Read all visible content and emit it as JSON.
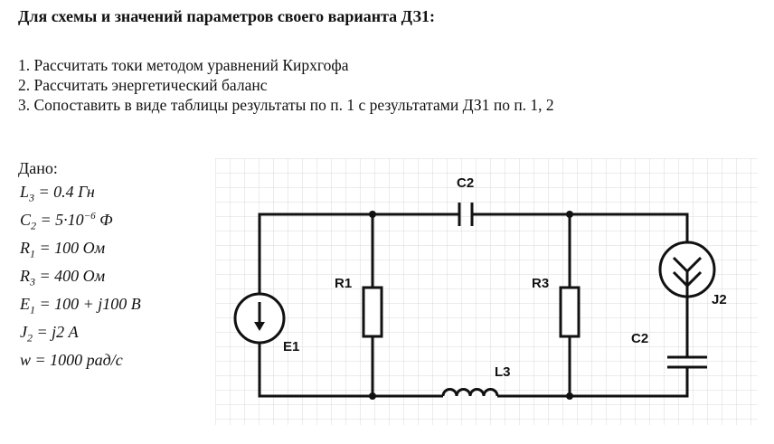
{
  "title": "Для схемы и значений параметров своего варианта ДЗ1:",
  "tasks": [
    "1. Рассчитать токи методом уравнений Кирхгофа",
    "2. Рассчитать энергетический баланс",
    "3. Сопоставить в виде таблицы результаты по п. 1 с результатами ДЗ1 по п. 1, 2"
  ],
  "given": {
    "heading": "Дано:",
    "params": [
      {
        "sym": "L",
        "sub": "3",
        "value": " = 0.4 Гн"
      },
      {
        "sym": "C",
        "sub": "2",
        "value_pre": " = 5·10",
        "sup": "−6",
        "value": " Ф"
      },
      {
        "sym": "R",
        "sub": "1",
        "value": " = 100 Ом"
      },
      {
        "sym": "R",
        "sub": "3",
        "value": " = 400 Ом"
      },
      {
        "sym": "E",
        "sub": "1",
        "value": " = 100 + j100 В"
      },
      {
        "sym": "J",
        "sub": "2",
        "value": " = j2 А"
      },
      {
        "sym": "w",
        "value": " = 1000 рад/с"
      }
    ]
  },
  "circuit": {
    "labels": {
      "c2_top": "C2",
      "r1": "R1",
      "r3": "R3",
      "e1": "E1",
      "j2": "J2",
      "c2_right": "C2",
      "l3": "L3"
    }
  }
}
